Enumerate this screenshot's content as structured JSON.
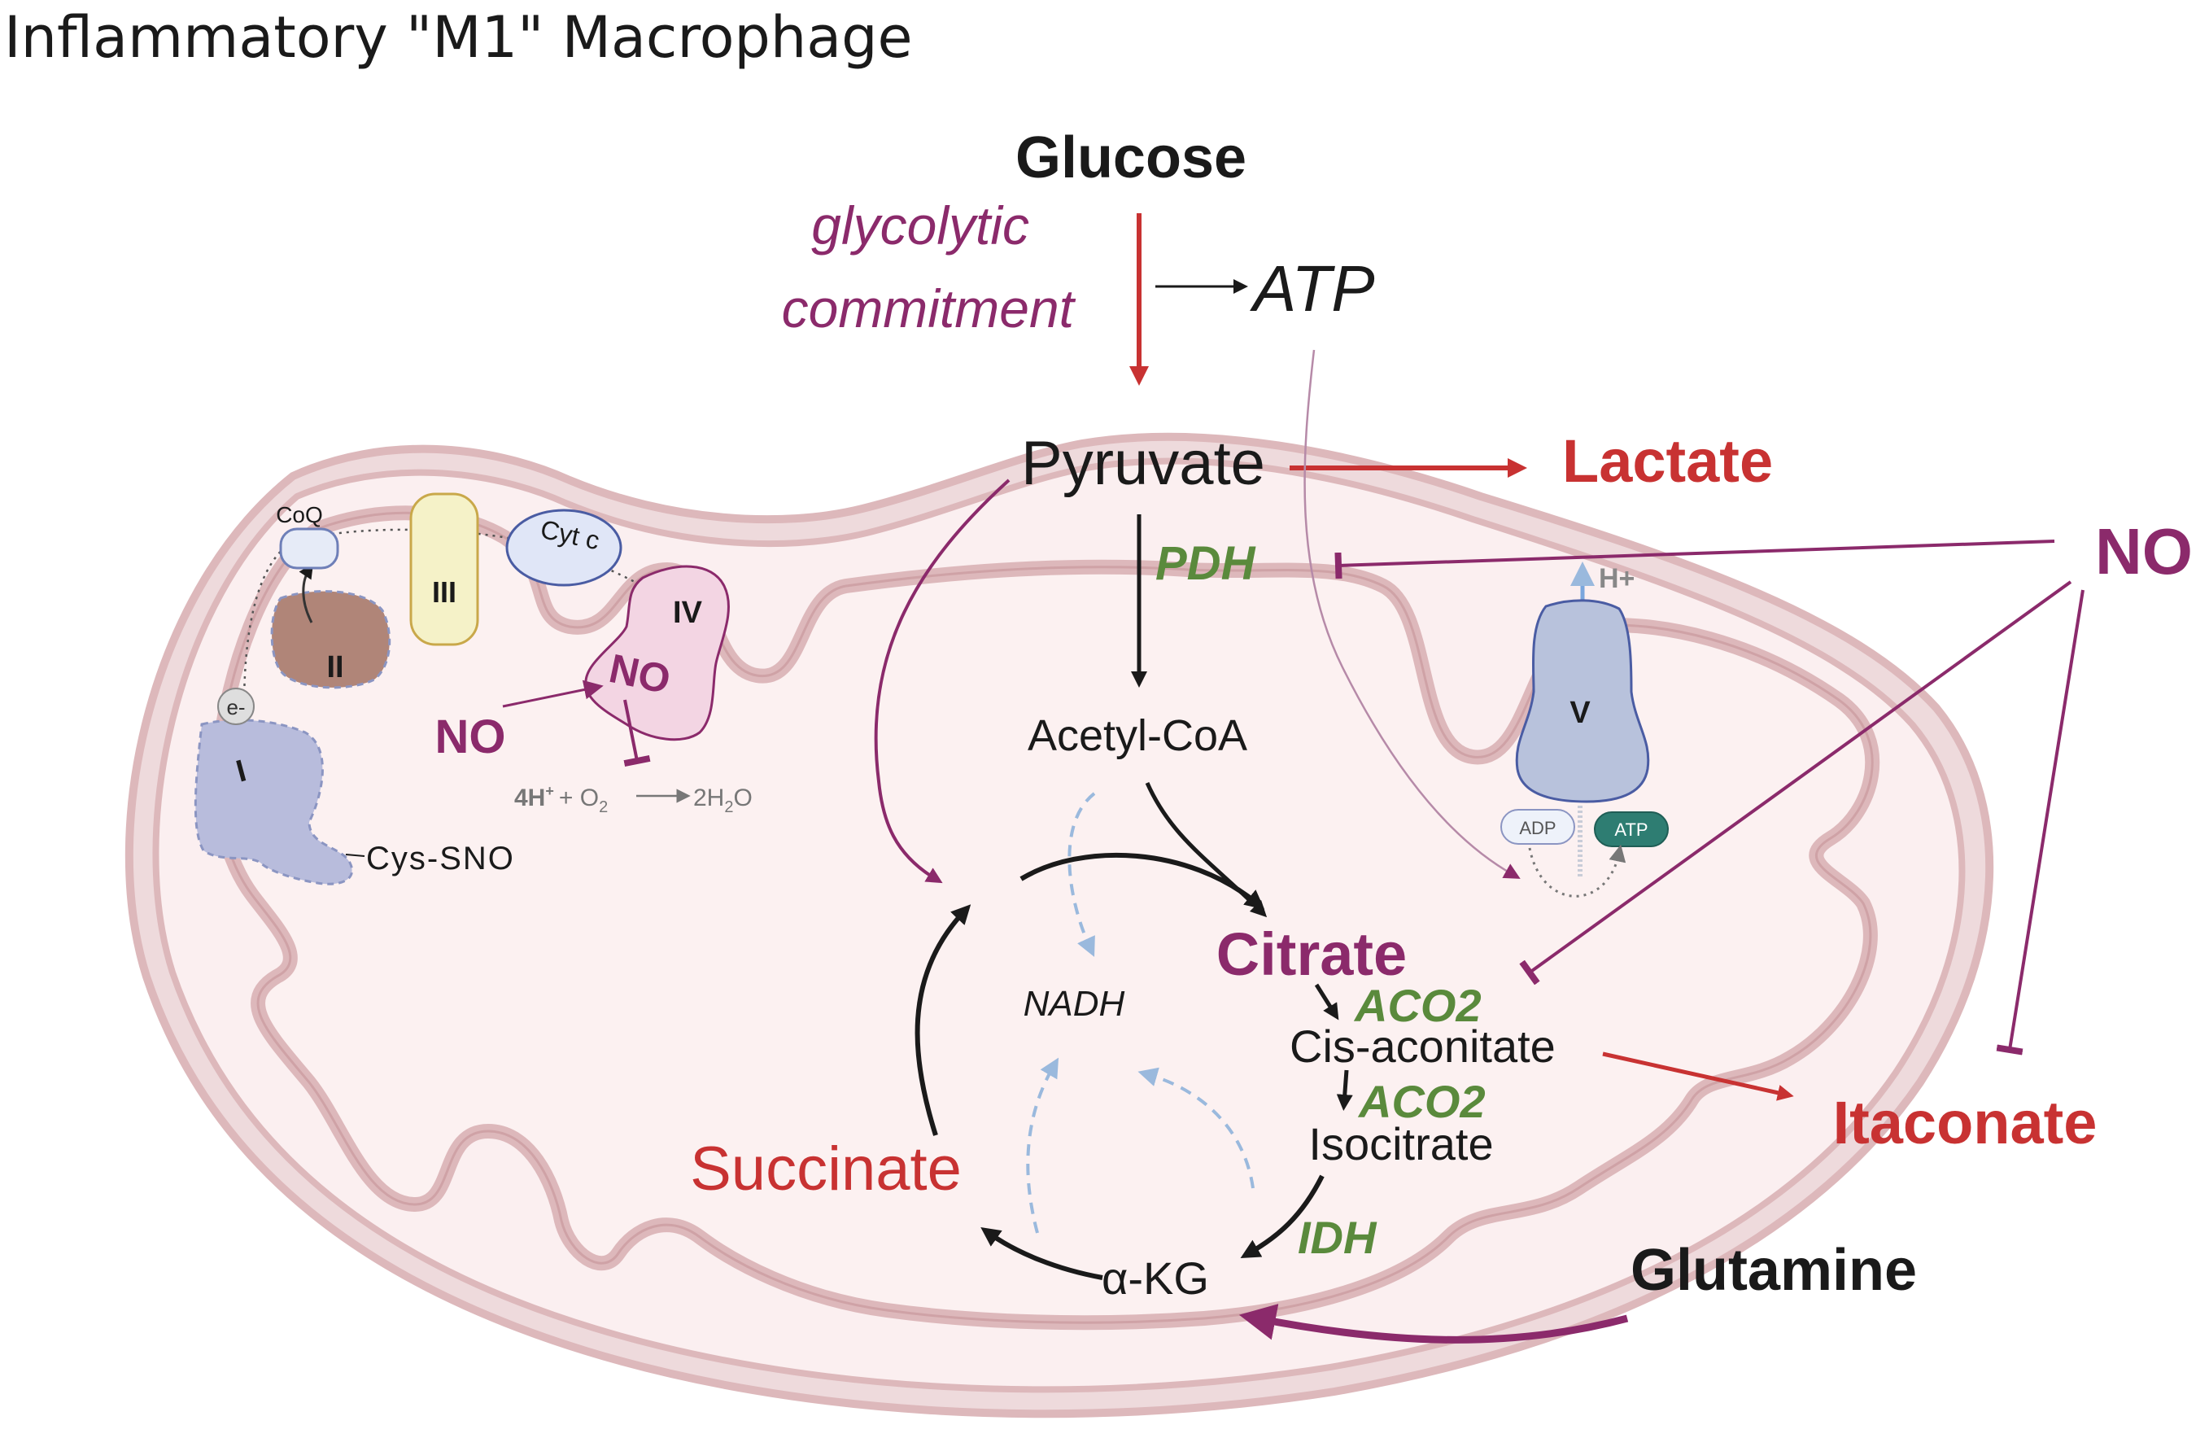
{
  "title": "Inflammatory \"M1\" Macrophage",
  "glycolysis": {
    "glucose": "Glucose",
    "commitment_line1": "glycolytic",
    "commitment_line2": "commitment",
    "atp": "ATP",
    "pyruvate": "Pyruvate",
    "lactate": "Lactate"
  },
  "tca": {
    "pdh": "PDH",
    "acetyl_coa": "Acetyl-CoA",
    "citrate": "Citrate",
    "aco2_1": "ACO2",
    "cis_aconitate": "Cis-aconitate",
    "aco2_2": "ACO2",
    "isocitrate": "Isocitrate",
    "idh": "IDH",
    "akg": "α-KG",
    "succinate": "Succinate",
    "nadh": "NADH",
    "itaconate": "Itaconate",
    "glutamine": "Glutamine"
  },
  "no_labels": {
    "no_right": "NO",
    "no_complex_iv": "NO",
    "no_left": "NO"
  },
  "etc": {
    "complex_i": "I",
    "complex_ii": "II",
    "complex_iii": "III",
    "complex_iv": "IV",
    "coq": "CoQ",
    "cyt_c": "Cyt c",
    "electron": "e-",
    "cys_sno": "Cys-SNO",
    "water_h": "4H",
    "water_h_sup": "+",
    "water_o2": "+ O",
    "water_o2_sub": "2",
    "water_h2o": "2H",
    "water_h2o_sub": "2",
    "water_h2o_end": "O"
  },
  "atp_synthase": {
    "complex_v": "V",
    "h_plus": "H+",
    "adp": "ADP",
    "atp": "ATP"
  },
  "colors": {
    "red": "#c83232",
    "purple": "#8b2a6b",
    "green": "#5a8a3c",
    "black": "#1a1a1a",
    "membrane": "#e9cfd1",
    "matrix": "#fcefef"
  }
}
